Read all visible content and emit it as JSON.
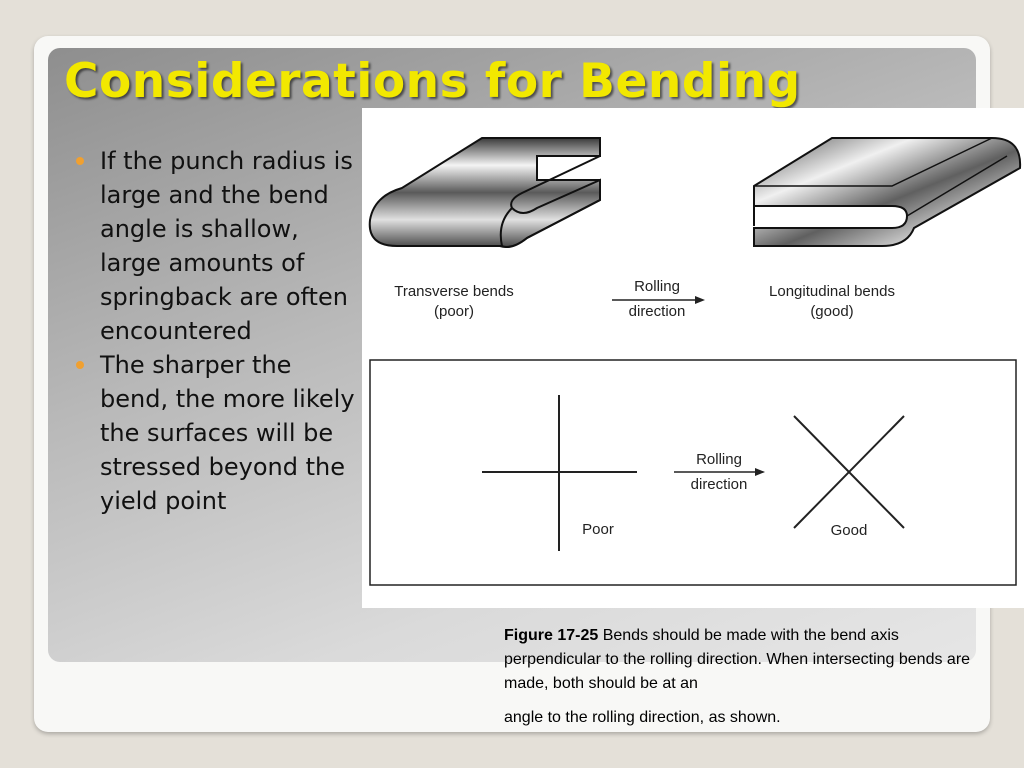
{
  "slide": {
    "title": "Considerations for Bending",
    "bullets": [
      "If the punch radius is large and the bend angle is shallow, large amounts of springback are often encountered",
      "The sharper the bend, the more likely the surfaces will be stressed beyond the yield point"
    ]
  },
  "figure": {
    "top_left_label_line1": "Transverse bends",
    "top_left_label_line2": "(poor)",
    "top_arrow_label_line1": "Rolling",
    "top_arrow_label_line2": "direction",
    "top_right_label_line1": "Longitudinal bends",
    "top_right_label_line2": "(good)",
    "bottom_arrow_label_line1": "Rolling",
    "bottom_arrow_label_line2": "direction",
    "bottom_left_label": "Poor",
    "bottom_right_label": "Good"
  },
  "caption": {
    "label": "Figure 17-25",
    "text_main": " Bends should be made with the bend axis perpendicular to the rolling direction. When intersecting bends are made, both should be at an",
    "text_last": "angle to the rolling direction, as shown."
  },
  "colors": {
    "title": "#f2e800",
    "bullet_dot": "#f0a030",
    "panel": "#b9b9b9"
  }
}
